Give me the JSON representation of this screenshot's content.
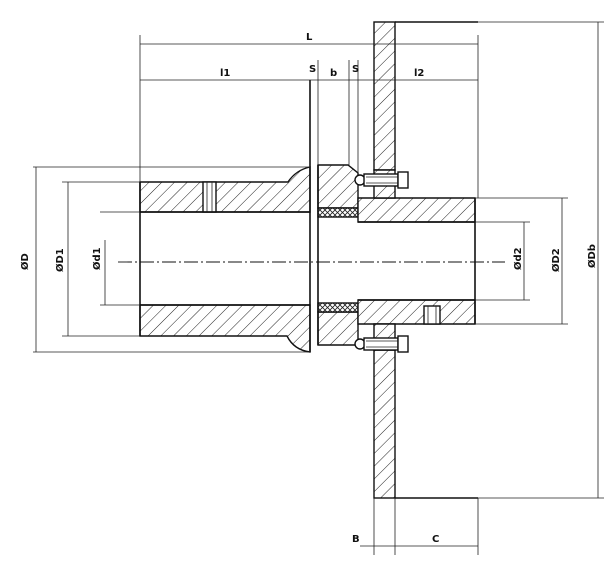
{
  "labels": {
    "L": "L",
    "l1": "l1",
    "l2": "l2",
    "s_left": "S",
    "s_right": "S",
    "b": "b",
    "D": "ØD",
    "D1": "ØD1",
    "d1": "Ød1",
    "d2": "Ød2",
    "D2": "ØD2",
    "Db": "ØDb",
    "B": "B",
    "C": "C"
  },
  "colors": {
    "line": "#111111",
    "background": "#ffffff"
  }
}
